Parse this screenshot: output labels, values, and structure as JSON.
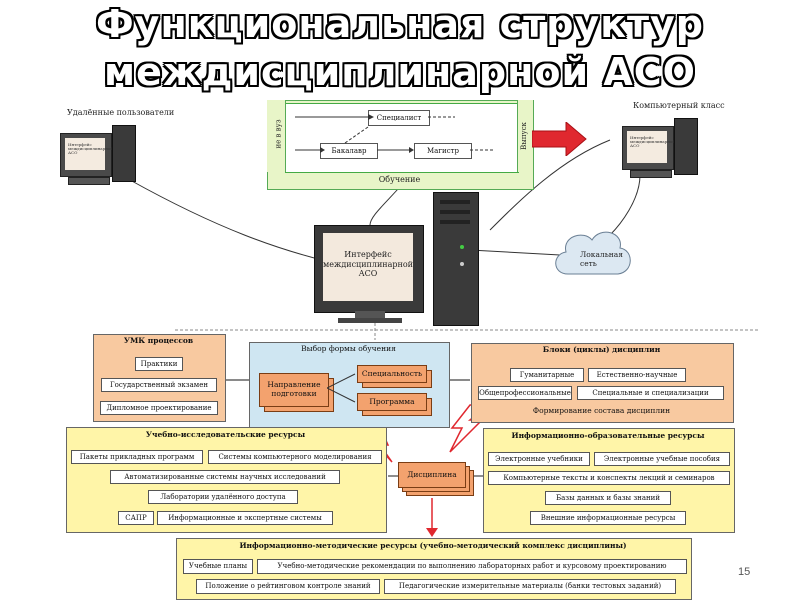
{
  "title": {
    "line1": "Функциональная структур",
    "line2": "междисциплинарной АСО"
  },
  "top": {
    "remote_users": "Удалённые пользователи",
    "computer_class": "Компьютерный класс",
    "screen_text_left": "Интерфейс междисциплинарной АСО",
    "screen_text_right": "Интерфейс междисциплинарной АСО",
    "training": {
      "side_left": "ие в вуз",
      "side_right": "Выпуск",
      "specialist": "Специалист",
      "bachelor": "Бакалавр",
      "master": "Магистр",
      "learning": "Обучение"
    },
    "monitor_text": "Интерфейс междисциплинарной АСО",
    "cloud_text": "Локальная сеть"
  },
  "umk": {
    "title": "УМК процессов",
    "items": [
      "Практики",
      "Государственный экзамен",
      "Дипломное проектирование"
    ]
  },
  "form_choice": {
    "title": "Выбор формы обучения",
    "direction": "Направление подготовки",
    "specialty": "Специальность",
    "program": "Программа"
  },
  "blocks": {
    "title": "Блоки (циклы) дисциплин",
    "humanitarian": "Гуманитарные",
    "natural": "Естественно-научные",
    "general": "Общепрофессиональные",
    "special": "Специальные и специализации",
    "footer": "Формирование состава дисциплин"
  },
  "research": {
    "title": "Учебно-исследовательские ресурсы",
    "packages": "Пакеты прикладных программ",
    "modeling": "Системы компьютерного моделирования",
    "automated": "Автоматизированные системы научных исследований",
    "labs": "Лаборатории удалённого доступа",
    "sapr": "САПР",
    "expert": "Информационные и экспертные системы"
  },
  "discipline": "Дисциплина",
  "edu_resources": {
    "title": "Информационно-образовательные ресурсы",
    "textbooks": "Электронные учебники",
    "manuals": "Электронные учебные пособия",
    "texts": "Компьютерные тексты и конспекты лекций и семинаров",
    "databases": "Базы данных и базы знаний",
    "external": "Внешние информационные ресурсы"
  },
  "methodical": {
    "title": "Информационно-методические ресурсы (учебно-методический комплекс дисциплины)",
    "plans": "Учебные планы",
    "recommendations": "Учебно-методические рекомендации по выполнению лабораторных работ и курсовому проектированию",
    "rating": "Положение о рейтинговом контроле знаний",
    "pedagogical": "Педагогические измерительные материалы (банки тестовых заданий)"
  },
  "page_number": "15",
  "colors": {
    "orange": "#f8c9a0",
    "yellow": "#fff5a8",
    "blue": "#cfe6f2",
    "arrow_red": "#e0282f",
    "green_panel": "#e8f5c8"
  }
}
